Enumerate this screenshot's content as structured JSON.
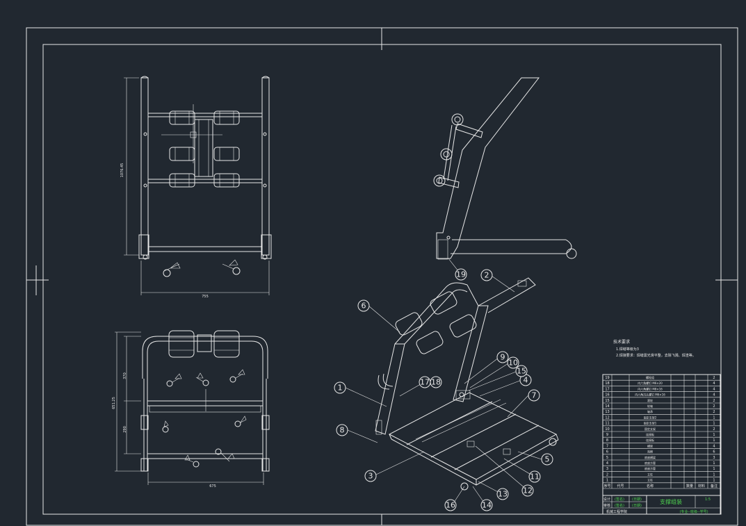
{
  "drawing": {
    "dimensions": {
      "top_height": "1076.45",
      "top_width": "755",
      "front_height": "651.25",
      "front_sub1": "370",
      "front_sub2": "290",
      "front_width": "675"
    },
    "notes": {
      "heading": "技术要求",
      "line1": "1.焊缝等级为3",
      "line2": "2.焊接要求：焊缝需光滑平整，去除飞溅、焊渣等。"
    },
    "balloons": [
      "1",
      "2",
      "3",
      "4",
      "5",
      "6",
      "7",
      "8",
      "9",
      "10",
      "11",
      "12",
      "13",
      "14",
      "15",
      "16",
      "17",
      "18",
      "19"
    ],
    "bom_rows": [
      {
        "no": "19",
        "name": "螺栓组",
        "qty": "2"
      },
      {
        "no": "18",
        "name": "内六角螺钉 M6×20",
        "qty": "4"
      },
      {
        "no": "17",
        "name": "内六角螺钉 M8×16",
        "qty": "4"
      },
      {
        "no": "16",
        "name": "内六角沉头螺钉 M6×16",
        "qty": "4"
      },
      {
        "no": "15",
        "name": "滚轮",
        "qty": "2"
      },
      {
        "no": "14",
        "name": "轮轴",
        "qty": "2"
      },
      {
        "no": "13",
        "name": "轴承",
        "qty": "2"
      },
      {
        "no": "12",
        "name": "固定支架2",
        "qty": "1"
      },
      {
        "no": "11",
        "name": "固定支架1",
        "qty": "1"
      },
      {
        "no": "10",
        "name": "固定支架",
        "qty": "2"
      },
      {
        "no": "9",
        "name": "连接板",
        "qty": "1"
      },
      {
        "no": "8",
        "name": "连接板",
        "qty": "1"
      },
      {
        "no": "7",
        "name": "横梁",
        "qty": "4"
      },
      {
        "no": "6",
        "name": "泡棉",
        "qty": "6"
      },
      {
        "no": "5",
        "name": "底座横梁",
        "qty": "3"
      },
      {
        "no": "4",
        "name": "底座方管",
        "qty": "1"
      },
      {
        "no": "3",
        "name": "底座方管",
        "qty": "1"
      },
      {
        "no": "2",
        "name": "立柱",
        "qty": "1"
      },
      {
        "no": "1",
        "name": "立柱",
        "qty": "1"
      }
    ],
    "bom_header": {
      "no": "序号",
      "code": "代号",
      "name": "名称",
      "qty": "数量",
      "material": "材料",
      "note": "备注"
    },
    "title_block": {
      "title": "支撑组装",
      "scale": "1:5",
      "cells": [
        "设计",
        "(签名)",
        "(日期)",
        "审核",
        "(签名)",
        "(日期)"
      ],
      "school": "机械工程学院",
      "sub": "(专业--班级--学号)"
    }
  }
}
